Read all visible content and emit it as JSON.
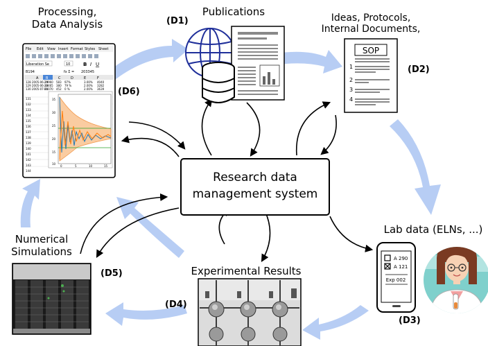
{
  "center": {
    "line1": "Research data",
    "line2": "management system"
  },
  "nodes": {
    "processing": {
      "line1": "Processing,",
      "line2": "Data Analysis",
      "tag": "(D6)"
    },
    "publications": {
      "label": "Publications",
      "tag": "(D1)"
    },
    "ideas": {
      "line1": "Ideas, Protocols,",
      "line2": "Internal Documents,",
      "tag": "(D2)",
      "doc_title": "SOP",
      "steps": [
        "1",
        "2",
        "3",
        "4"
      ]
    },
    "lab": {
      "label": "Lab data (ELNs, ...)",
      "tag": "(D3)",
      "phone": {
        "item1": "A 290",
        "item2": "A 121",
        "button": "Exp 002"
      }
    },
    "experimental": {
      "label": "Experimental Results",
      "tag": "(D4)"
    },
    "simulations": {
      "line1": "Numerical",
      "line2": "Simulations",
      "tag": "(D5)"
    }
  },
  "spreadsheet": {
    "menu": [
      "File",
      "Edit",
      "View",
      "Insert",
      "Format",
      "Styles",
      "Sheet"
    ],
    "font_name": "Liberation Se",
    "font_size": "10",
    "cell_ref": "B194",
    "formula": "203345",
    "columns": [
      "A",
      "B",
      "C",
      "D",
      "E",
      "F"
    ],
    "rows": [
      [
        "128",
        "2005-06-29",
        "29960",
        "583",
        "97%",
        "3.00%",
        "4040"
      ],
      [
        "129",
        "2005-06-30",
        "23465",
        "380",
        "79 %",
        "2.00%",
        "3282"
      ],
      [
        "130",
        "2005-07-01",
        "20070",
        "452",
        "0 %",
        "2.00%",
        "3639"
      ]
    ],
    "xticks": [
      "0",
      "5",
      "10",
      "15"
    ],
    "yticks": [
      "35",
      "30",
      "25",
      "20",
      "15",
      "10"
    ]
  },
  "colors": {
    "flow_arrow": "#aac4f2",
    "link_arrow": "#000000",
    "skin": "#f7d1b4",
    "avatar_bg": "#7fd0cc"
  }
}
